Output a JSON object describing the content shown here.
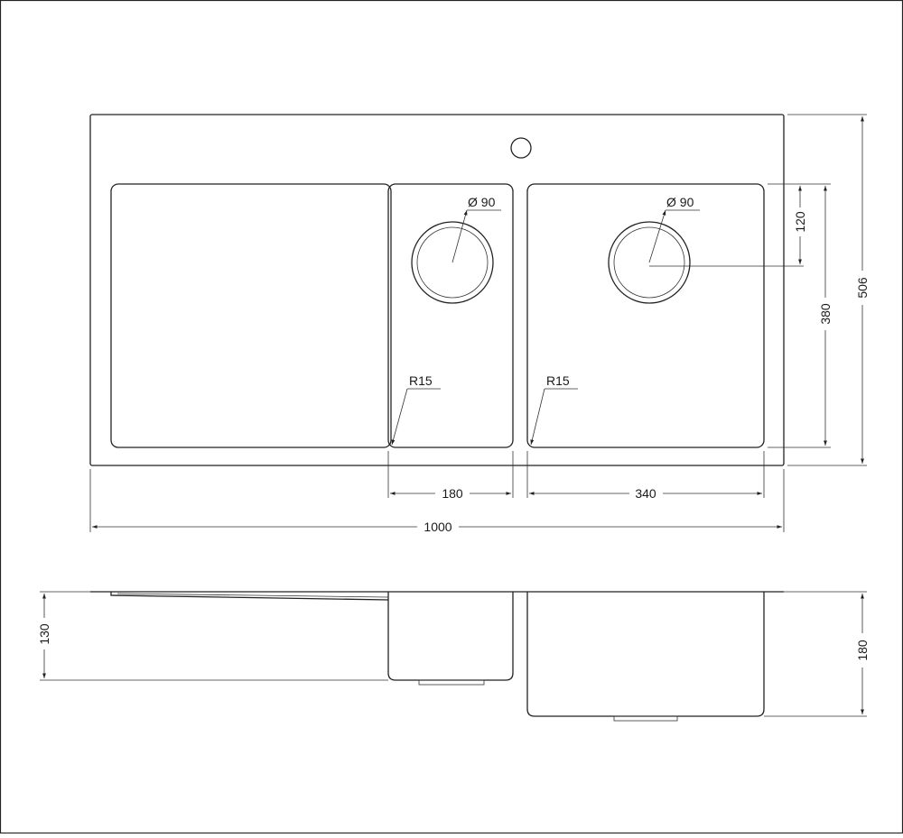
{
  "drawing": {
    "top_view": {
      "overall_width": "1000",
      "overall_depth": "506",
      "small_bowl": {
        "drain_label": "Ø 90",
        "corner_radius_label": "R15",
        "width_label": "180"
      },
      "large_bowl": {
        "drain_label": "Ø 90",
        "corner_radius_label": "R15",
        "width_label": "340",
        "drain_offset_label": "120",
        "bowl_depth_label": "380"
      }
    },
    "side_view": {
      "small_bowl_depth": "130",
      "large_bowl_depth": "180"
    }
  }
}
